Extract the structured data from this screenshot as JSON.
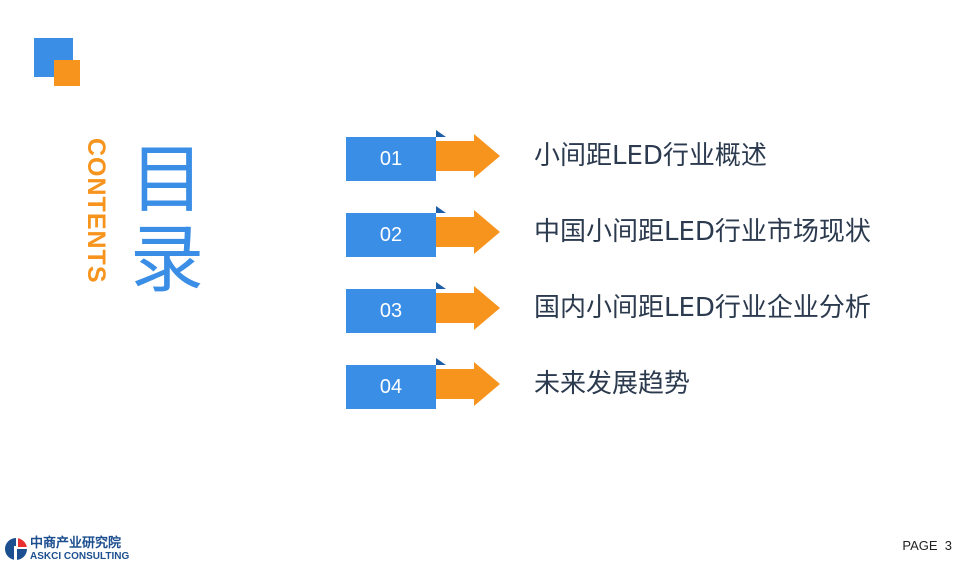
{
  "header": {
    "contents_en": "CONTENTS",
    "title_cn_chars": [
      "目",
      "录"
    ]
  },
  "colors": {
    "blue": "#3a8ee6",
    "orange": "#f7941d",
    "text": "#2b3a4e"
  },
  "toc": {
    "items": [
      {
        "number": "01",
        "label": "小间距LED行业概述"
      },
      {
        "number": "02",
        "label": "中国小间距LED行业市场现状"
      },
      {
        "number": "03",
        "label": "国内小间距LED行业企业分析"
      },
      {
        "number": "04",
        "label": "未来发展趋势"
      }
    ]
  },
  "footer": {
    "logo_cn": "中商产业研究院",
    "logo_en": "ASKCI CONSULTING",
    "page_prefix": "PAGE",
    "page_number": "3"
  }
}
